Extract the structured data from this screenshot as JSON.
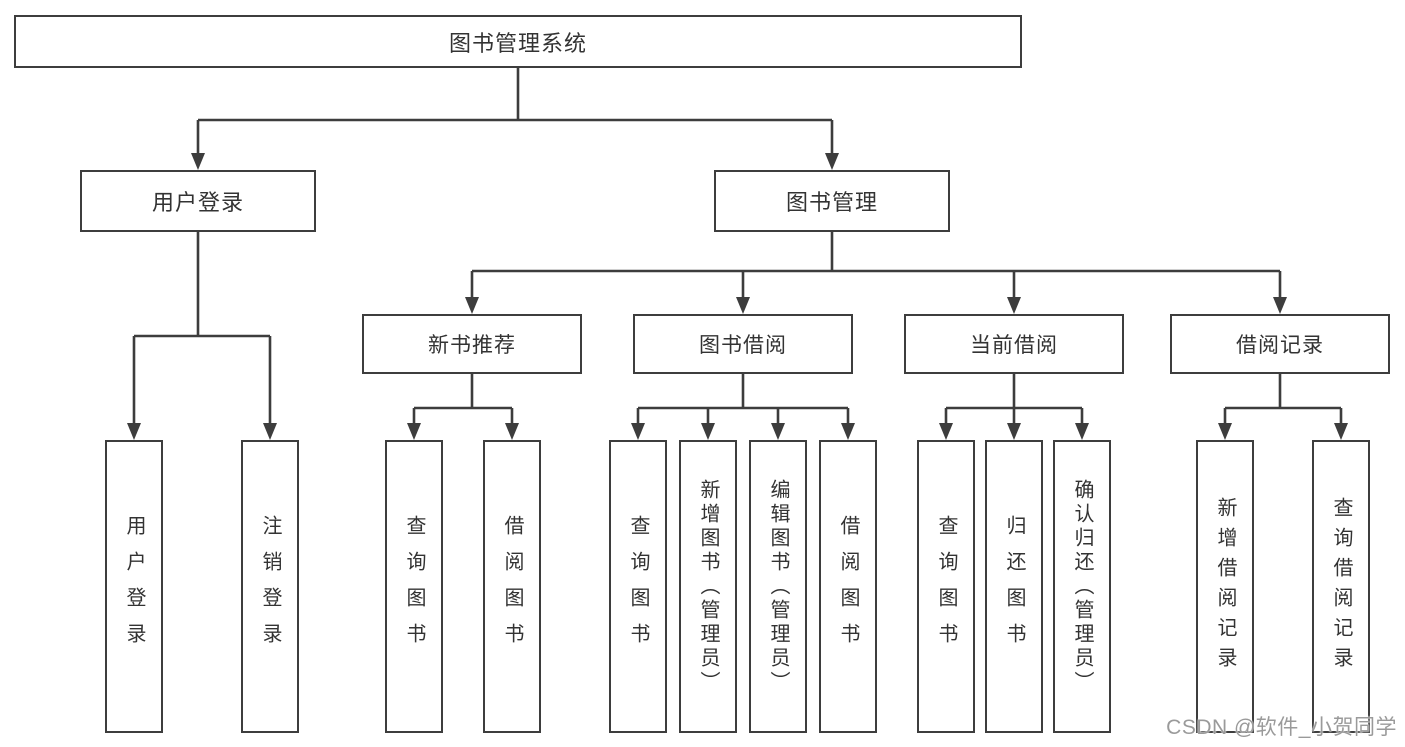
{
  "diagram": {
    "root": {
      "label": "图书管理系统"
    },
    "branches": [
      {
        "label": "用户登录",
        "children": [
          {
            "label": "用户登录"
          },
          {
            "label": "注销登录"
          }
        ]
      },
      {
        "label": "图书管理",
        "children": [
          {
            "label": "新书推荐",
            "children": [
              {
                "label": "查询图书"
              },
              {
                "label": "借阅图书"
              }
            ]
          },
          {
            "label": "图书借阅",
            "children": [
              {
                "label": "查询图书"
              },
              {
                "label": "新增图书（管理员）"
              },
              {
                "label": "编辑图书（管理员）"
              },
              {
                "label": "借阅图书"
              }
            ]
          },
          {
            "label": "当前借阅",
            "children": [
              {
                "label": "查询图书"
              },
              {
                "label": "归还图书"
              },
              {
                "label": "确认归还（管理员）"
              }
            ]
          },
          {
            "label": "借阅记录",
            "children": [
              {
                "label": "新增借阅记录"
              },
              {
                "label": "查询借阅记录"
              }
            ]
          }
        ]
      }
    ]
  },
  "watermark": {
    "text": "CSDN @软件_小贺同学"
  },
  "colors": {
    "line": "#3d3d3d",
    "text": "#333333",
    "background": "#ffffff",
    "watermark": "#9a9a9a"
  }
}
